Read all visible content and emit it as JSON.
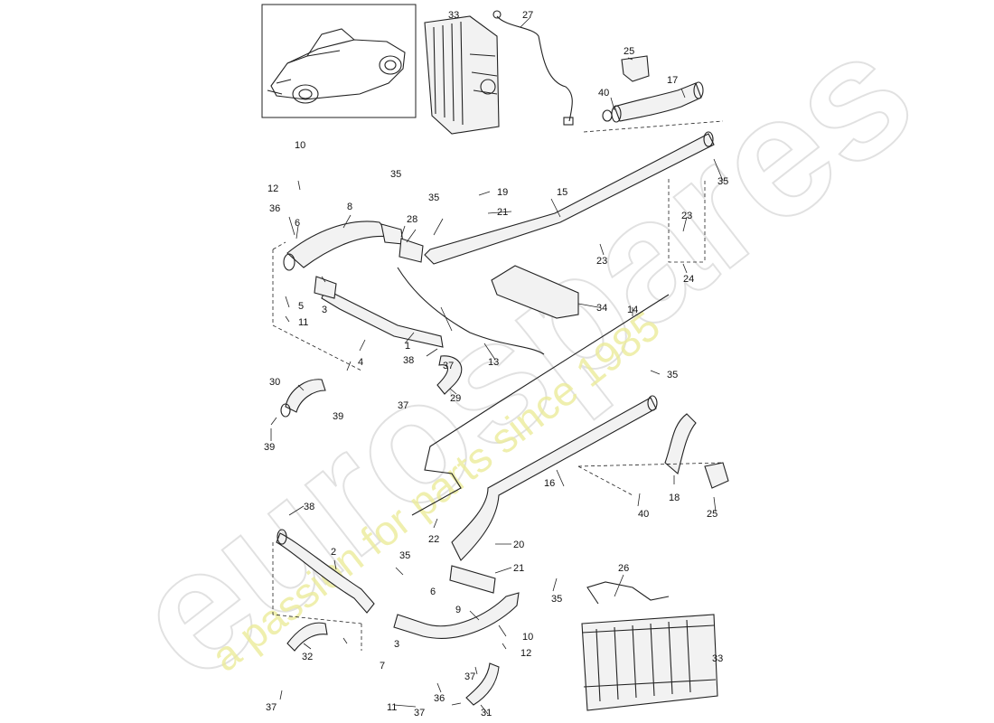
{
  "watermark": {
    "brand": "eurospares",
    "tagline": "a passion for parts since 1985"
  },
  "callouts": {
    "p1": "1",
    "p2": "2",
    "p3a": "3",
    "p3b": "3",
    "p4": "4",
    "p5": "5",
    "p6a": "6",
    "p6b": "6",
    "p7": "7",
    "p8": "8",
    "p9": "9",
    "p10a": "10",
    "p10b": "10",
    "p11a": "11",
    "p11b": "11",
    "p12a": "12",
    "p12b": "12",
    "p13": "13",
    "p14": "14",
    "p15": "15",
    "p16": "16",
    "p17": "17",
    "p18": "18",
    "p19": "19",
    "p20": "20",
    "p21a": "21",
    "p21b": "21",
    "p22": "22",
    "p23a": "23",
    "p23b": "23",
    "p24": "24",
    "p25a": "25",
    "p25b": "25",
    "p26": "26",
    "p27": "27",
    "p28": "28",
    "p29": "29",
    "p30": "30",
    "p31": "31",
    "p32": "32",
    "p33a": "33",
    "p33b": "33",
    "p34": "34",
    "p35a": "35",
    "p35b": "35",
    "p35c": "35",
    "p35d": "35",
    "p35e": "35",
    "p35f": "35",
    "p36a": "36",
    "p36b": "36",
    "p37a": "37",
    "p37b": "37",
    "p37c": "37",
    "p37d": "37",
    "p37e": "37",
    "p38a": "38",
    "p38b": "38",
    "p39a": "39",
    "p39b": "39",
    "p40a": "40",
    "p40b": "40"
  }
}
